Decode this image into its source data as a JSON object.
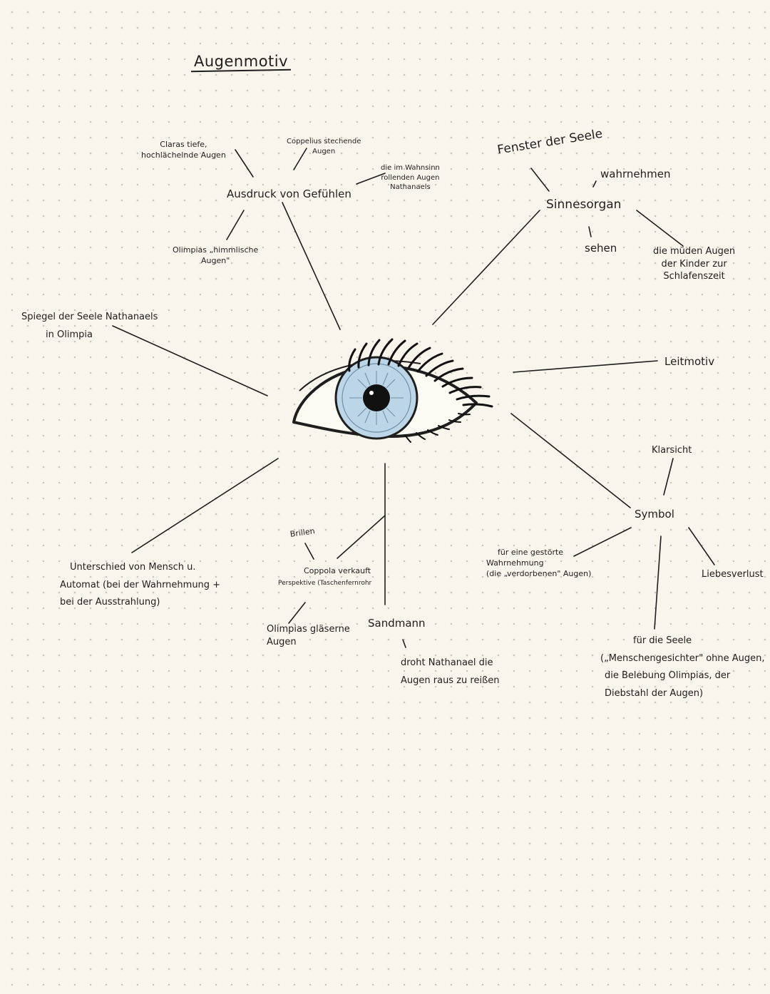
{
  "title": "Augenmotiv",
  "colors": {
    "ink": "#1e1e1e",
    "iris": "#bcd6e8",
    "iris_edge": "#6f8fa6",
    "paper": "#f8f6ec"
  },
  "center": {
    "icon": "eye-icon"
  },
  "nodes": {
    "ausdruck": "Ausdruck von Gefühlen",
    "claras": [
      "Claras tiefe,",
      "hochlächelnde Augen"
    ],
    "coppelius": [
      "Coppelius stechende",
      "Augen"
    ],
    "wahnsinn": [
      "die im Wahnsinn",
      "rollenden Augen",
      "Nathanaels"
    ],
    "olimpias_himmlisch": [
      "Olimpias „himmlische",
      "Augen\""
    ],
    "fenster": "Fenster der Seele",
    "sinnesorgan": "Sinnesorgan",
    "wahrnehmen": "wahrnehmen",
    "sehen": "sehen",
    "muede": [
      "die müden Augen",
      "der Kinder zur",
      "Schlafenszeit"
    ],
    "spiegel": [
      "Spiegel der Seele Nathanaels",
      "in Olimpia"
    ],
    "leitmotiv": "Leitmotiv",
    "unterschied": [
      "Unterschied von Mensch u.",
      "Automat (bei der Wahrnehmung +",
      "bei der Ausstrahlung)"
    ],
    "brillen": "Brillen",
    "coppola": [
      "Coppola verkauft",
      "Perspektive (Taschenfernrohr"
    ],
    "olimpias_glaesern": [
      "Olimpias gläserne",
      "Augen"
    ],
    "sandmann": "Sandmann",
    "droht": [
      "droht Nathanael die",
      "Augen raus zu reißen"
    ],
    "symbol": "Symbol",
    "klarsicht": "Klarsicht",
    "gestoert": [
      "für eine gestörte",
      "Wahrnehmung",
      "(die „verdorbenen\" Augen)"
    ],
    "liebesverlust": "Liebesverlust",
    "seele": [
      "für die Seele",
      "(„Menschengesichter\" ohne Augen,",
      "die Belebung Olimpias, der",
      "Diebstahl der Augen)"
    ]
  }
}
